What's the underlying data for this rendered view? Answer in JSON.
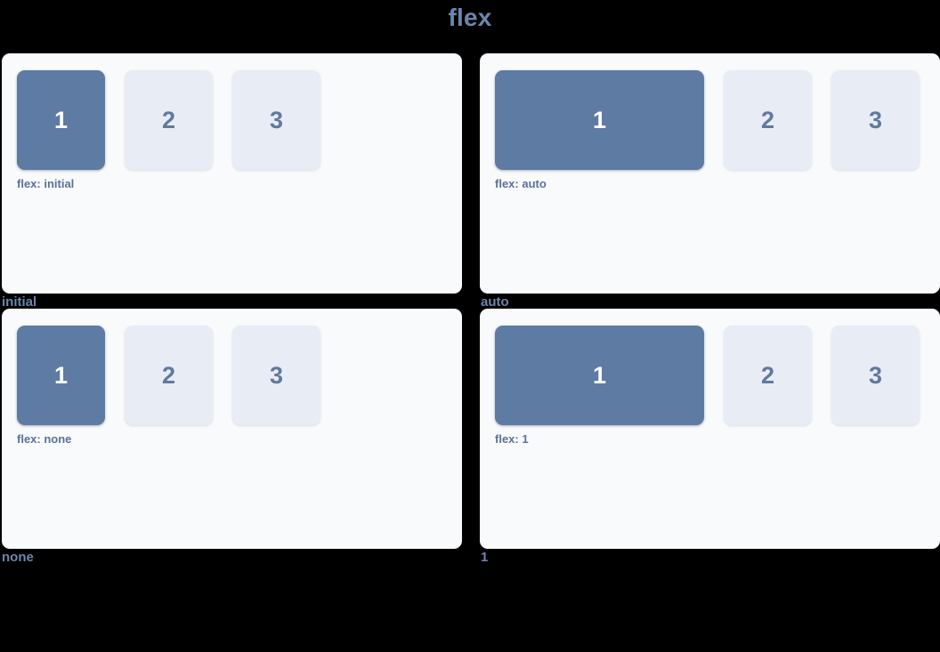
{
  "title": "flex",
  "theme": {
    "background": "#000000",
    "panel_background": "#f9fafc",
    "title_color": "#6b86ad",
    "primary_box_color": "#5e7ba3",
    "muted_box_color": "#e8ecf5",
    "muted_box_text_color": "#60799e",
    "note_color": "#5a7196",
    "caption_color": "#6b86ad"
  },
  "box_labels": {
    "one": "1",
    "two": "2",
    "three": "3"
  },
  "panels": [
    {
      "variant": "initial",
      "note": "flex: initial",
      "caption": "initial",
      "boxes": [
        "1",
        "2",
        "3"
      ]
    },
    {
      "variant": "auto",
      "note": "flex: auto",
      "caption": "auto",
      "boxes": [
        "1",
        "2",
        "3"
      ]
    },
    {
      "variant": "none",
      "note": "flex: none",
      "caption": "none",
      "boxes": [
        "1",
        "2",
        "3"
      ]
    },
    {
      "variant": "1",
      "note": "flex: 1",
      "caption": "1",
      "boxes": [
        "1",
        "2",
        "3"
      ]
    }
  ]
}
